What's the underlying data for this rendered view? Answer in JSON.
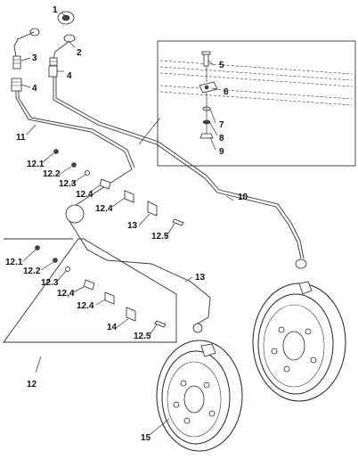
{
  "diagram": {
    "callouts": {
      "c1": "1",
      "c2": "2",
      "c3": "3",
      "c4a": "4",
      "c4b": "4",
      "c5": "5",
      "c6": "6",
      "c7": "7",
      "c8": "8",
      "c9": "9",
      "c10": "10",
      "c11": "11",
      "c12": "12",
      "c13a": "13",
      "c13b": "13",
      "c14": "14",
      "c15": "15",
      "upper_set": {
        "s1": "12.1",
        "s2": "12.2",
        "s3": "12.3",
        "s4a": "12.4",
        "s4b": "12.4",
        "s5": "12.5"
      },
      "lower_set": {
        "s1": "12.1",
        "s2": "12.2",
        "s3": "12.3",
        "s4a": "12,4",
        "s4b": "12.4",
        "s5": "12.5"
      }
    }
  }
}
